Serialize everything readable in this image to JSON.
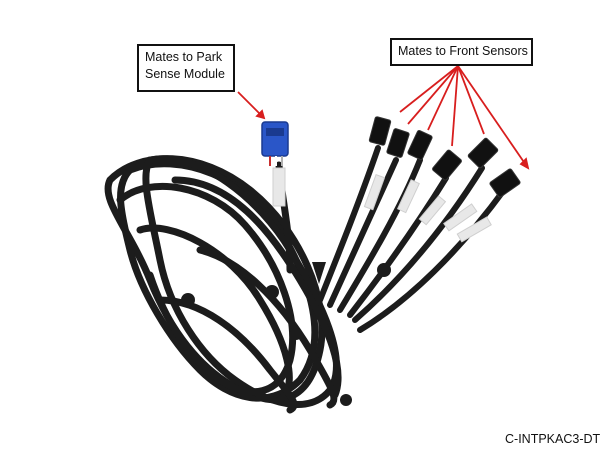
{
  "callouts": {
    "park_sense": {
      "line1": "Mates to Park",
      "line2": "Sense Module"
    },
    "front_sensors": {
      "label": "Mates to Front Sensors"
    }
  },
  "part_number": "C-INTPKAC3-DT",
  "colors": {
    "background": "#ffffff",
    "cable": "#1c1c1c",
    "connector_blue": "#2a56c8",
    "callout_arrow": "#d81e1e",
    "sleeve": "#e8e8e8"
  },
  "icons": {
    "module_connector": "blue-connector-icon",
    "sensor_connector": "black-sensor-connector-icon"
  }
}
